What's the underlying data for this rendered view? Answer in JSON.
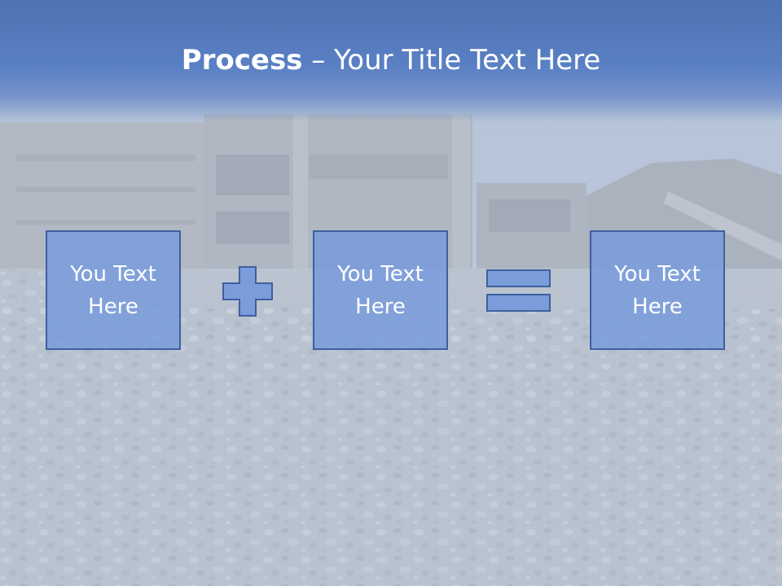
{
  "slide": {
    "title_bold": "Process",
    "title_rest": " – Your Title Text Here",
    "boxes": [
      {
        "text": "You Text Here"
      },
      {
        "text": "You Text Here"
      },
      {
        "text": "You Text Here"
      }
    ],
    "operators": [
      "plus",
      "equals"
    ]
  },
  "colors": {
    "title_band": "#4e72b3",
    "box_fill": "#7a9cdb",
    "box_border": "#3f5f9e",
    "text": "#ffffff"
  }
}
